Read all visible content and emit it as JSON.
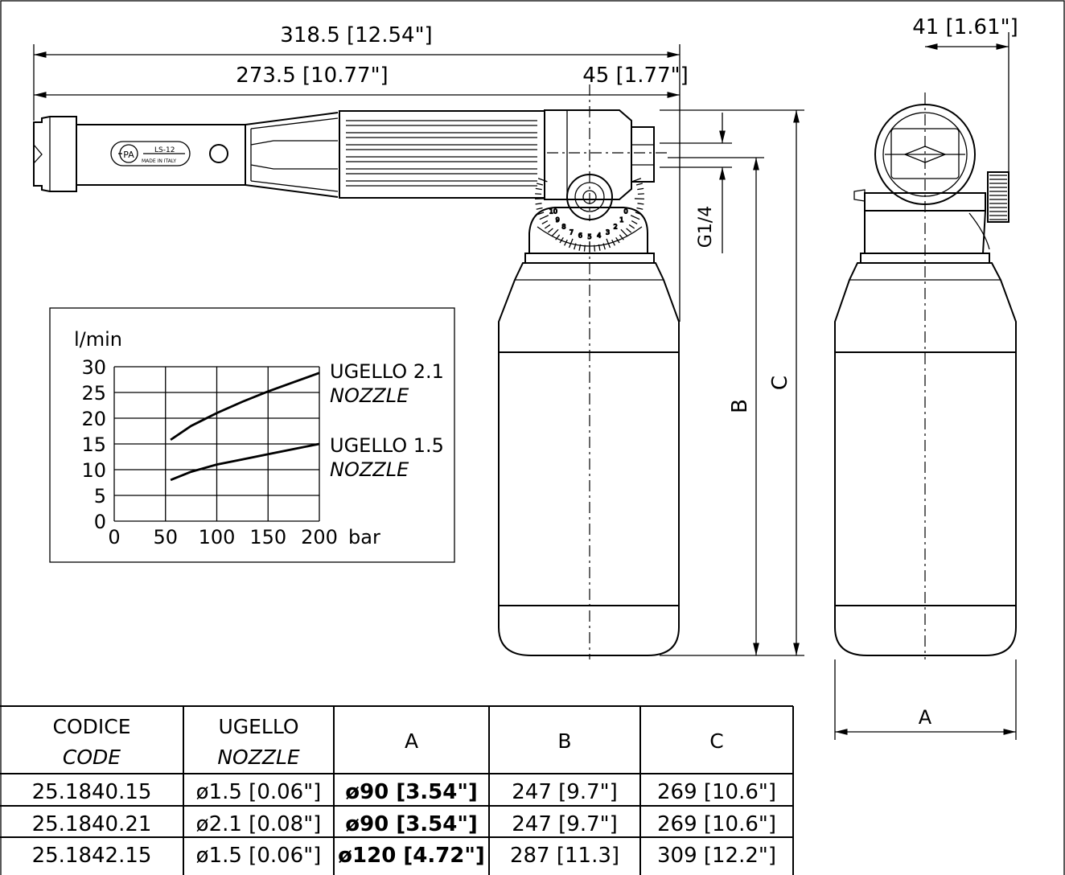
{
  "dimensions": {
    "overall_length": "318.5 [12.54\"]",
    "body_length": "273.5 [10.77\"]",
    "head_offset": "45 [1.77\"]",
    "side_offset": "41 [1.61\"]",
    "thread": "G1/4",
    "label_A": "A",
    "label_B": "B",
    "label_C": "C"
  },
  "handle_label": {
    "brand": "PA",
    "model": "LS-12",
    "origin": "MADE IN ITALY"
  },
  "gauge_numbers": [
    "10",
    "9",
    "8",
    "7",
    "6",
    "5",
    "4",
    "3",
    "2",
    "1",
    "0"
  ],
  "chart_data": {
    "type": "line",
    "ylabel": "l/min",
    "xlabel": "bar",
    "xlim": [
      0,
      200
    ],
    "ylim": [
      0,
      30
    ],
    "x_ticks": [
      "0",
      "50",
      "100",
      "150",
      "200"
    ],
    "y_ticks": [
      "0",
      "5",
      "10",
      "15",
      "20",
      "25",
      "30"
    ],
    "grid": true,
    "series": [
      {
        "name": "UGELLO 2.1",
        "name_en": "NOZZLE",
        "x": [
          55,
          75,
          100,
          125,
          150,
          175,
          200
        ],
        "y": [
          15.8,
          18.5,
          21.0,
          23.2,
          25.2,
          27.0,
          28.8
        ]
      },
      {
        "name": "UGELLO 1.5",
        "name_en": "NOZZLE",
        "x": [
          55,
          75,
          100,
          125,
          150,
          175,
          200
        ],
        "y": [
          8.0,
          9.6,
          11.0,
          12.0,
          13.0,
          14.0,
          15.0
        ]
      }
    ]
  },
  "table": {
    "headers": [
      {
        "main": "CODICE",
        "sub": "CODE"
      },
      {
        "main": "UGELLO",
        "sub": "NOZZLE"
      },
      {
        "main": "A",
        "sub": ""
      },
      {
        "main": "B",
        "sub": ""
      },
      {
        "main": "C",
        "sub": ""
      }
    ],
    "rows": [
      [
        "25.1840.15",
        "ø1.5 [0.06\"]",
        "ø90 [3.54\"]",
        "247 [9.7\"]",
        "269 [10.6\"]"
      ],
      [
        "25.1840.21",
        "ø2.1 [0.08\"]",
        "ø90 [3.54\"]",
        "247 [9.7\"]",
        "269 [10.6\"]"
      ],
      [
        "25.1842.15",
        "ø1.5 [0.06\"]",
        "ø120 [4.72\"]",
        "287 [11.3]",
        "309 [12.2\"]"
      ]
    ]
  }
}
